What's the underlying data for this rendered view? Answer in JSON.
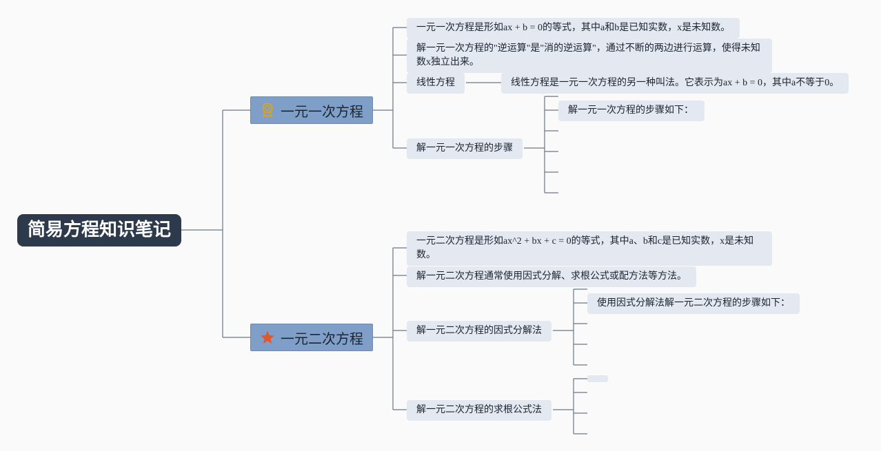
{
  "root": {
    "title": "简易方程知识笔记"
  },
  "branches": [
    {
      "title": "一元一次方程",
      "icon": "medal-icon",
      "items": [
        "一元一次方程是形如ax + b = 0的等式，其中a和b是已知实数，x是未知数。",
        "解一元一次方程的\"逆运算\"是\"消的逆运算\"，通过不断的两边进行运算，使得未知数x独立出来。",
        "线性方程",
        "线性方程是一元一次方程的另一种叫法。它表示为ax + b = 0，其中a不等于0。",
        "解一元一次方程的步骤",
        "解一元一次方程的步骤如下："
      ]
    },
    {
      "title": "一元二次方程",
      "icon": "star-icon",
      "items": [
        "一元二次方程是形如ax^2 + bx + c = 0的等式，其中a、b和c是已知实数，x是未知数。",
        "解一元二次方程通常使用因式分解、求根公式或配方法等方法。",
        "解一元二次方程的因式分解法",
        "使用因式分解法解一元二次方程的步骤如下：",
        "解一元二次方程的求根公式法"
      ]
    }
  ],
  "colors": {
    "root_bg": "#2d3a4b",
    "main_bg": "#7f9fc8",
    "leaf_bg": "#e3e8f1",
    "line": "#6b7685",
    "star": "#e2572b",
    "medal": "#d9a520"
  }
}
